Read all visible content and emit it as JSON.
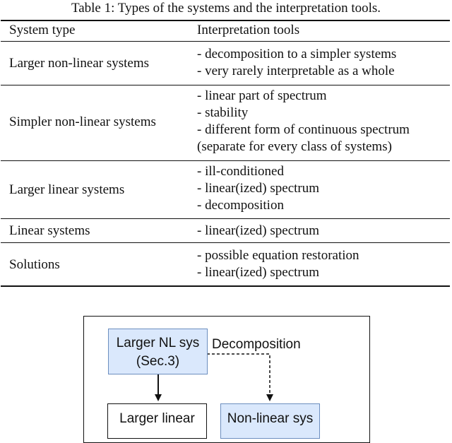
{
  "table": {
    "caption": "Table 1: Types of the systems and the interpretation tools.",
    "headers": [
      "System type",
      "Interpretation tools"
    ],
    "rows": [
      {
        "type": "Larger non-linear systems",
        "tools": [
          "- decomposition to a simpler systems",
          "- very rarely interpretable as a whole"
        ]
      },
      {
        "type": "Simpler non-linear systems",
        "tools": [
          "- linear part of spectrum",
          "- stability",
          "- different form of continuous spectrum",
          "(separate for every class of systems)"
        ]
      },
      {
        "type": "Larger linear systems",
        "tools": [
          "- ill-conditioned",
          "- linear(ized) spectrum",
          "- decomposition"
        ]
      },
      {
        "type": "Linear systems",
        "tools": [
          "- linear(ized) spectrum"
        ]
      },
      {
        "type": "Solutions",
        "tools": [
          "- possible equation restoration",
          "- linear(ized) spectrum"
        ]
      }
    ]
  },
  "diagram": {
    "boxes": {
      "larger_nl": [
        "Larger NL sys",
        "(Sec.3)"
      ],
      "larger_linear": "Larger linear",
      "nonlinear_sys": "Non-linear sys"
    },
    "edge_label": "Decomposition",
    "colors": {
      "box_fill": "#dae8fc",
      "box_border": "#6c8ebf"
    }
  }
}
